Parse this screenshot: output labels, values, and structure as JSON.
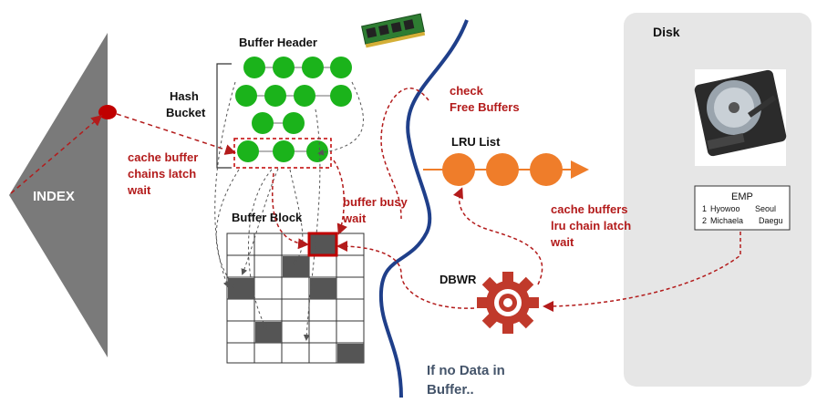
{
  "index": {
    "label": "INDEX"
  },
  "buffer_header": {
    "label": "Buffer Header"
  },
  "hash_bucket": {
    "label_line1": "Hash",
    "label_line2": "Bucket"
  },
  "latch_cbc": {
    "line1": "cache buffer",
    "line2": "chains latch",
    "line3": "wait"
  },
  "buffer_block": {
    "label": "Buffer Block"
  },
  "buffer_busy": {
    "line1": "buffer busy",
    "line2": "wait"
  },
  "check_free": {
    "line1": "check",
    "line2": "Free Buffers"
  },
  "lru": {
    "label": "LRU List"
  },
  "latch_lru": {
    "line1": "cache buffers",
    "line2": "lru chain latch",
    "line3": "wait"
  },
  "dbwr": {
    "label": "DBWR"
  },
  "no_data": {
    "line1": "If no Data in",
    "line2": "Buffer.."
  },
  "disk": {
    "label": "Disk",
    "table": {
      "name": "EMP",
      "rows": [
        {
          "id": "1",
          "name": "Hyowoo",
          "city": "Seoul"
        },
        {
          "id": "2",
          "name": "Michaela",
          "city": "Daegu"
        }
      ]
    }
  },
  "colors": {
    "latch_red": "#b31b1b",
    "header_green": "#1bb31b",
    "lru_orange": "#ef7d2a",
    "gear_red": "#c0392b",
    "river_blue": "#1f3f8a",
    "disk_panel": "#e6e6e6",
    "block_fill": "#555555"
  },
  "icons": [
    "ram-module-icon",
    "hard-disk-icon",
    "gear-icon"
  ]
}
